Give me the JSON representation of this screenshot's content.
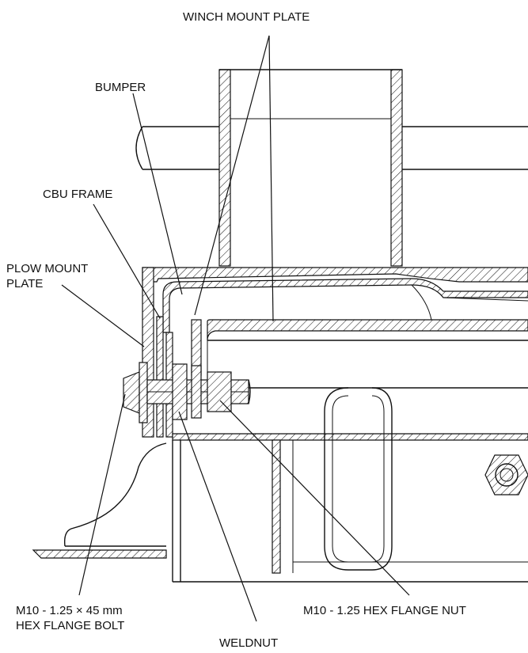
{
  "labels": {
    "winch_mount_plate": "WINCH MOUNT PLATE",
    "bumper": "BUMPER",
    "cbu_frame": "CBU FRAME",
    "plow_mount_plate_line1": "PLOW MOUNT",
    "plow_mount_plate_line2": "PLATE",
    "bolt_line1": "M10 - 1.25 × 45 mm",
    "bolt_line2": "HEX FLANGE BOLT",
    "nut": "M10 - 1.25 HEX FLANGE NUT",
    "weldnut": "WELDNUT"
  }
}
